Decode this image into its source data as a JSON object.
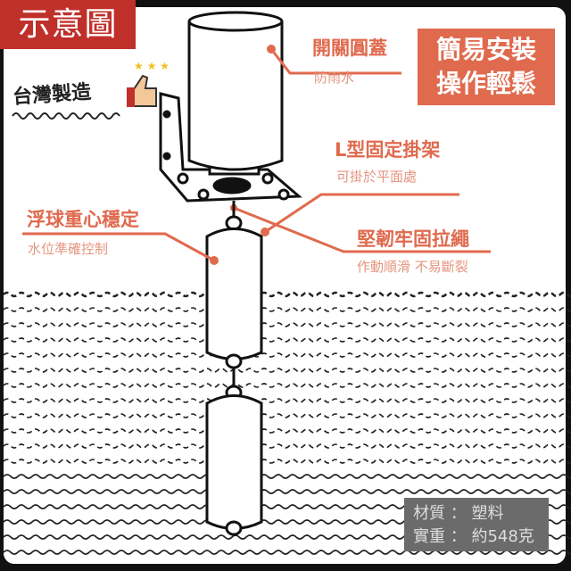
{
  "tag": "示意圖",
  "badge": "台灣製造",
  "promo": {
    "line1": "簡易安裝",
    "line2": "操作輕鬆"
  },
  "labels": [
    {
      "title": "開關圓蓋",
      "sub": "防雨水"
    },
    {
      "title": "L型固定掛架",
      "sub": "可掛於平面處"
    },
    {
      "title": "浮球重心穩定",
      "sub": "水位準確控制"
    },
    {
      "title": "堅韌牢固拉繩",
      "sub": "作動順滑 不易斷裂"
    }
  ],
  "specs": {
    "material_label": "材質",
    "material": "塑料",
    "weight_label": "實重",
    "weight": "約548克"
  },
  "colors": {
    "accent": "#e06a4e",
    "tag": "#c0302b",
    "spec_bg": "#6b6b6b"
  }
}
